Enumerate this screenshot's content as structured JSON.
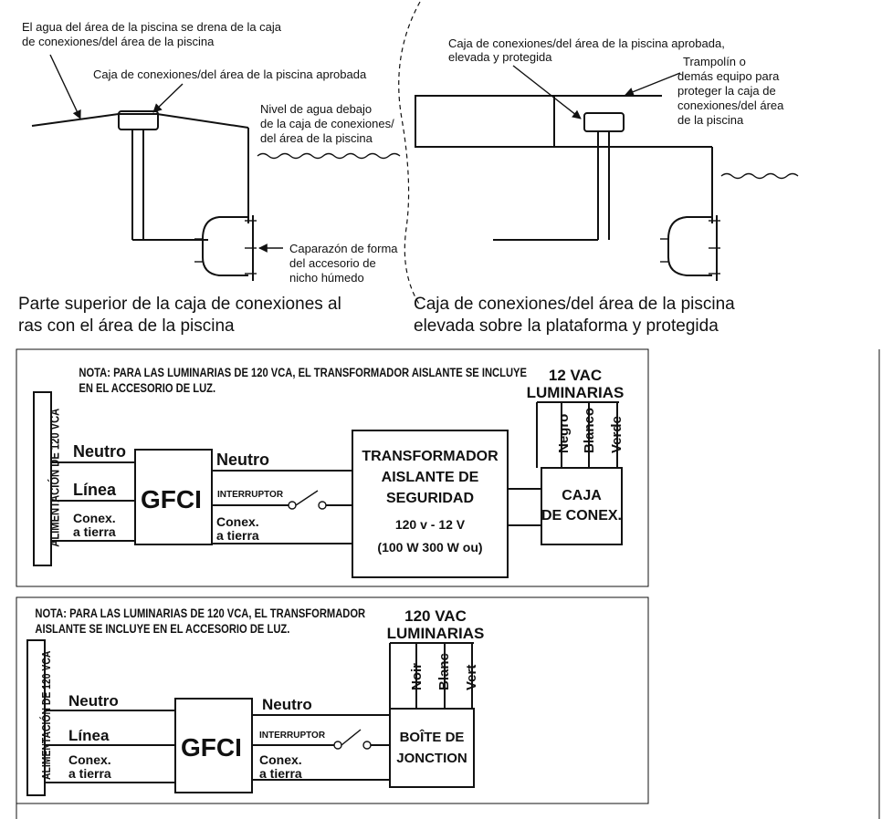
{
  "top_left": {
    "drain_note": [
      "El agua del área de la piscina se drena de la caja",
      "de conexiones/del área de la piscina"
    ],
    "box_label": "Caja de conexiones/del área de la piscina aprobada",
    "water_level": [
      "Nivel de agua debajo",
      "de la caja de conexiones/",
      "del área de la piscina"
    ],
    "shell_label": [
      "Caparazón de forma",
      "del accesorio de",
      "nicho húmedo"
    ],
    "caption": [
      "Parte superior de la caja de conexiones al",
      "ras con el área de la piscina"
    ]
  },
  "top_right": {
    "box_label": [
      "Caja de conexiones/del área de la piscina aprobada,",
      "elevada y protegida"
    ],
    "board_label": [
      "Trampolín o",
      "demás equipo para",
      "proteger la caja de",
      "conexiones/del área",
      "de la piscina"
    ],
    "caption": [
      "Caja de conexiones/del área de la piscina",
      "elevada sobre la plataforma y protegida"
    ]
  },
  "diagram1": {
    "note": [
      "NOTA: PARA LAS LUMINARIAS DE 120 VCA, EL TRANSFORMADOR AISLANTE SE INCLUYE",
      "EN EL ACCESORIO DE LUZ."
    ],
    "supply": "ALIMENTACIÓN DE 120 VCA",
    "neutral_in": "Neutro",
    "line_in": "Línea",
    "ground_in": [
      "Conex.",
      "a tierra"
    ],
    "gfci": "GFCI",
    "neutral_out": "Neutro",
    "switch": "INTERRUPTOR",
    "ground_out": [
      "Conex.",
      "a tierra"
    ],
    "transformer": [
      "TRANSFORMADOR",
      "AISLANTE DE",
      "SEGURIDAD",
      "120 v - 12 V",
      "(100 W 300 W ou)"
    ],
    "lum_title": [
      "12 VAC",
      "LUMINARIAS"
    ],
    "wires": [
      "Negro",
      "Blanco",
      "Verde"
    ],
    "jbox": [
      "CAJA",
      "DE CONEX."
    ]
  },
  "diagram2": {
    "note": [
      "NOTA: PARA LAS LUMINARIAS DE 120 VCA, EL TRANSFORMADOR",
      "AISLANTE SE INCLUYE EN EL ACCESORIO DE LUZ."
    ],
    "supply": "ALIMENTACIÓN DE 120 VCA",
    "neutral_in": "Neutro",
    "line_in": "Línea",
    "ground_in": [
      "Conex.",
      "a tierra"
    ],
    "gfci": "GFCI",
    "neutral_out": "Neutro",
    "switch": "INTERRUPTOR",
    "ground_out": [
      "Conex.",
      "a tierra"
    ],
    "lum_title": [
      "120 VAC",
      "LUMINARIAS"
    ],
    "wires": [
      "Noir",
      "Blanc",
      "Vert"
    ],
    "jbox": [
      "BOÎTE DE",
      "JONCTION"
    ]
  }
}
